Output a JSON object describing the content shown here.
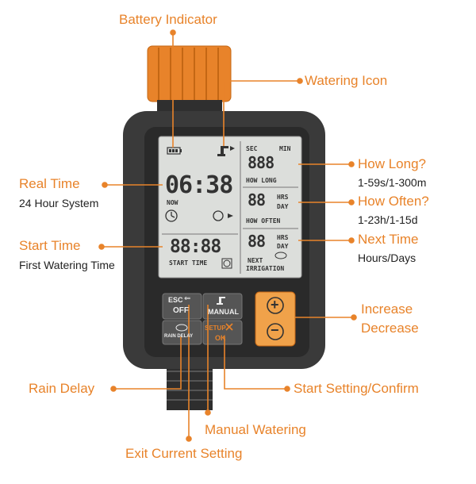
{
  "callouts": {
    "battery": "Battery Indicator",
    "watering_icon": "Watering Icon",
    "real_time": "Real Time",
    "real_time_sub": "24 Hour System",
    "start_time": "Start Time",
    "start_time_sub": "First Watering Time",
    "how_long": "How Long?",
    "how_long_sub": "1-59s/1-300m",
    "how_often": "How Often?",
    "how_often_sub": "1-23h/1-15d",
    "next_time": "Next Time",
    "next_time_sub": "Hours/Days",
    "increase": "Increase",
    "decrease": "Decrease",
    "rain_delay": "Rain Delay",
    "start_setting": "Start Setting/Confirm",
    "manual_watering": "Manual Watering",
    "exit_setting": "Exit Current Setting"
  },
  "lcd": {
    "clock": "06:38",
    "now": "NOW",
    "start_digits": "88:88",
    "start_label": "START TIME",
    "sec": "SEC",
    "min": "MIN",
    "how_long_digits": "888",
    "how_long_label": "HOW LONG",
    "hrs1": "HRS",
    "day1": "DAY",
    "how_often_digits": "88",
    "how_often_label": "HOW OFTEN",
    "hrs2": "HRS",
    "day2": "DAY",
    "next_digits": "88",
    "next_label1": "NEXT",
    "next_label2": "IRRIGATION"
  },
  "buttons": {
    "esc": "ESC",
    "off": "OFF",
    "manual": "MANUAL",
    "rain_delay": "RAIN DELAY",
    "setup": "SETUP",
    "ok": "OK",
    "plus": "+",
    "minus": "−"
  },
  "colors": {
    "accent": "#e8832a",
    "body": "#3a3a3a",
    "lcd": "#dcdedb"
  }
}
